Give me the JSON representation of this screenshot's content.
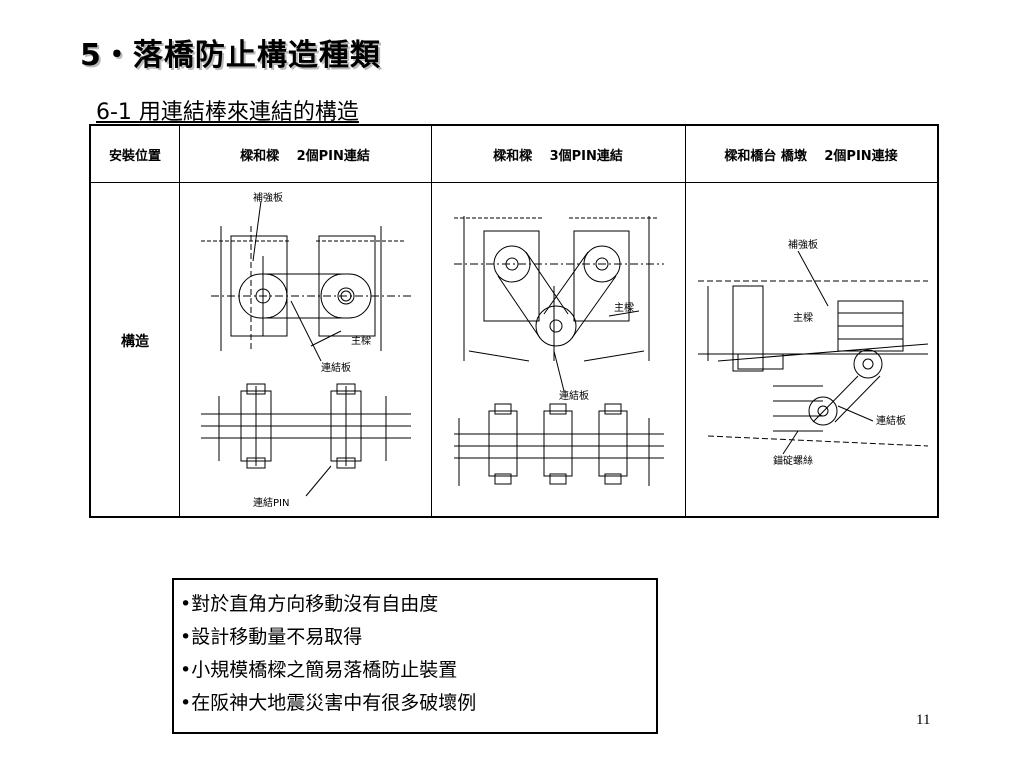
{
  "title": "5・落橋防止構造種類",
  "subtitle": "6-1 用連結棒來連結的構造",
  "table": {
    "header_label": "安裝位置",
    "columns": [
      "樑和樑　 2個PIN連結",
      "樑和樑　 3個PIN連結",
      "樑和橋台 橋墩　 2個PIN連接"
    ],
    "row_label": "構造",
    "drawing1_labels": {
      "plate": "補強板",
      "girder": "主樑",
      "link": "連結板",
      "pin": "連結PIN"
    },
    "drawing2_labels": {
      "girder": "主樑",
      "link": "連結板"
    },
    "drawing3_labels": {
      "plate": "補強板",
      "girder": "主樑",
      "link": "連結板",
      "bolt": "錨碇螺絲"
    }
  },
  "bullets": [
    "•對於直角方向移動沒有自由度",
    "•設計移動量不易取得",
    "•小規模橋樑之簡易落橋防止裝置",
    "•在阪神大地震災害中有很多破壞例"
  ],
  "page_number": "11"
}
